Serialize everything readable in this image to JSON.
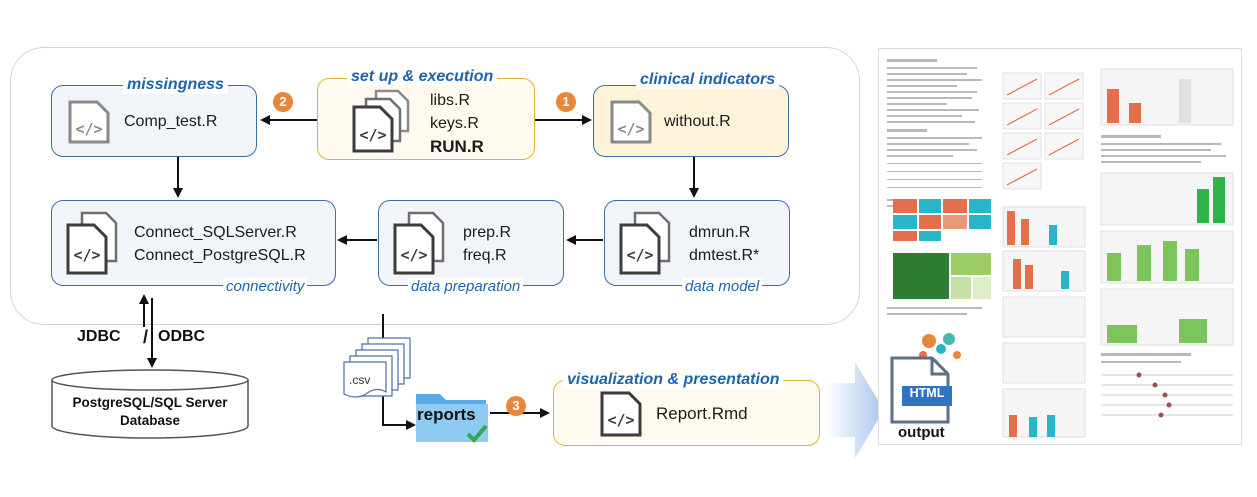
{
  "labels": {
    "missingness": "missingness",
    "setup": "set up & execution",
    "clinical": "clinical indicators",
    "connectivity": "connectivity",
    "data_prep": "data preparation",
    "data_model": "data model",
    "visualization": "visualization & presentation"
  },
  "files": {
    "comp_test": "Comp_test.R",
    "libs": "libs.R",
    "keys": "keys.R",
    "run": "RUN.R",
    "without": "without.R",
    "connect_sql": "Connect_SQLServer.R",
    "connect_pg": "Connect_PostgreSQL.R",
    "prep": "prep.R",
    "freq": "freq.R",
    "dmrun": "dmrun.R",
    "dmtest": "dmtest.R*",
    "report": "Report.Rmd"
  },
  "badges": {
    "one": "1",
    "two": "2",
    "three": "3"
  },
  "jdbc": "JDBC",
  "slash": "/",
  "odbc": "ODBC",
  "database": {
    "line1": "PostgreSQL/SQL Server",
    "line2": "Database"
  },
  "csv": ".csv",
  "reports": "reports",
  "html_badge": "HTML",
  "output": "output",
  "icon_glyph": "</>",
  "colors": {
    "accent_blue": "#1e64ad",
    "box_border_blue": "#3d6ea5",
    "box_border_yellow": "#e0b43c",
    "badge_orange": "#e8873a"
  }
}
